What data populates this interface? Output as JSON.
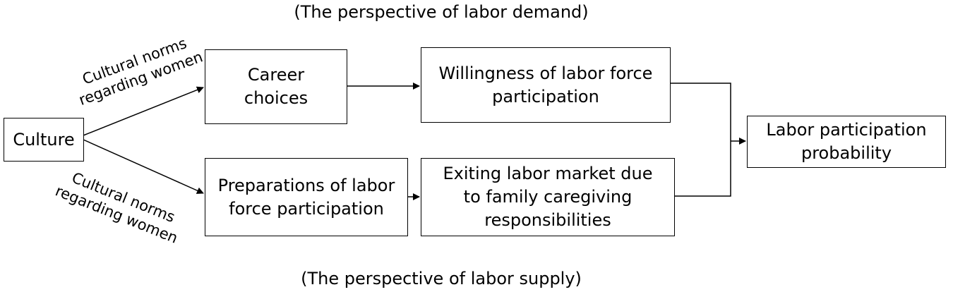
{
  "captions": {
    "top": "(The perspective of labor demand)",
    "bottom": "(The perspective of labor supply)"
  },
  "nodes": {
    "culture": "Culture",
    "career_choices": "Career choices",
    "willingness": "Willingness of labor force participation",
    "preparations": "Preparations of labor force participation",
    "exiting": "Exiting labor market due to family caregiving responsibilities",
    "probability": "Labor participation probability"
  },
  "edge_labels": {
    "upper": "Cultural norms regarding women",
    "lower": "Cultural norms regarding women"
  }
}
